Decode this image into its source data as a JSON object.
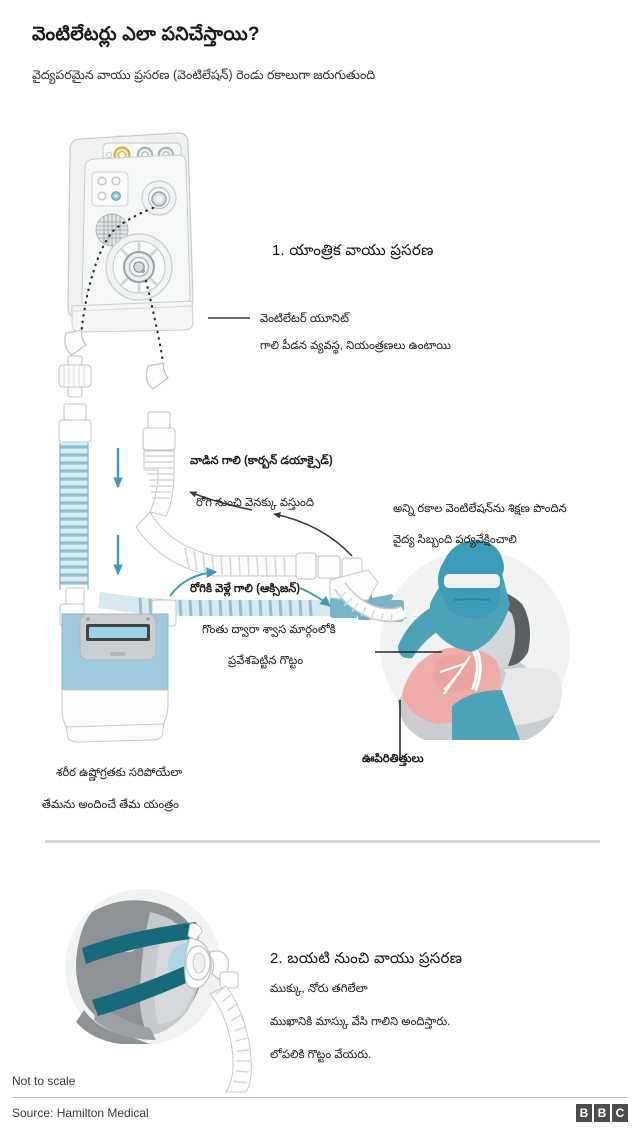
{
  "header": {
    "title": "వెంటిలేటర్లు ఎలా పనిచేస్తాయి?",
    "subtitle": "వైద్యపరమైన వాయు ప్రసరణ (వెంటిలేషన్) రెండు రకాలుగా జరుగుతుంది"
  },
  "section1": {
    "heading": "1. యాంత్రిక వాయు ప్రసరణ",
    "ventilator_label": "వెంటిలేటర్ యూనిట్",
    "ventilator_desc": "గాలి పీడన వ్యవస్థ, నియంత్రణలు ఉంటాయి",
    "exhaled_label": "వాడిన గాలి (కార్బన్ డయాక్సైడ్)",
    "exhaled_desc": "రోగి నుంచి వెనక్కు వస్తుంది",
    "inhaled_label": "రోగికి వెళ్లే గాలి (ఆక్సిజన్)",
    "tube_desc_line1": "గొంతు ద్వారా శ్వాస మార్గంలోకి",
    "tube_desc_line2": "ప్రవేశపెట్టిన గొట్టం",
    "staff_line1": "అన్ని రకాల వెంటిలేషన్‌ను శిక్షణ పొందిన",
    "staff_line2": "వైద్య సిబ్బంది పర్యవేక్షించాలి",
    "lungs_label": "ఊపిరితిత్తులు",
    "humidifier_line1": "శరీర ఉష్ణోగ్రతకు సరిపోయేలా",
    "humidifier_line2": "తేమను అందించే తేమ యంత్రం"
  },
  "section2": {
    "heading": "2. బయటి నుంచి వాయు ప్రసరణ",
    "line1": "ముక్కు, నోరు తగిలేలా",
    "line2": "ముఖానికి మాస్కు వేసి గాలిని అందిస్తారు.",
    "line3": "లోపలికి గొట్టం వేయరు."
  },
  "footer": {
    "not_to_scale": "Not to scale",
    "source": "Source: Hamilton Medical",
    "logo": [
      "B",
      "B",
      "C"
    ]
  },
  "colors": {
    "teal_dark": "#17697c",
    "teal": "#3f9cb8",
    "teal_light": "#a9cfdd",
    "scrub_teal": "#4da2b8",
    "lung_pink": "#eeaaa6",
    "body_gray": "#c9cdd0",
    "hair_gray": "#5a5f63",
    "panel_gray": "#e9eaec",
    "circle_bg": "#f1f2f2",
    "stroke": "#b9bdc0"
  }
}
